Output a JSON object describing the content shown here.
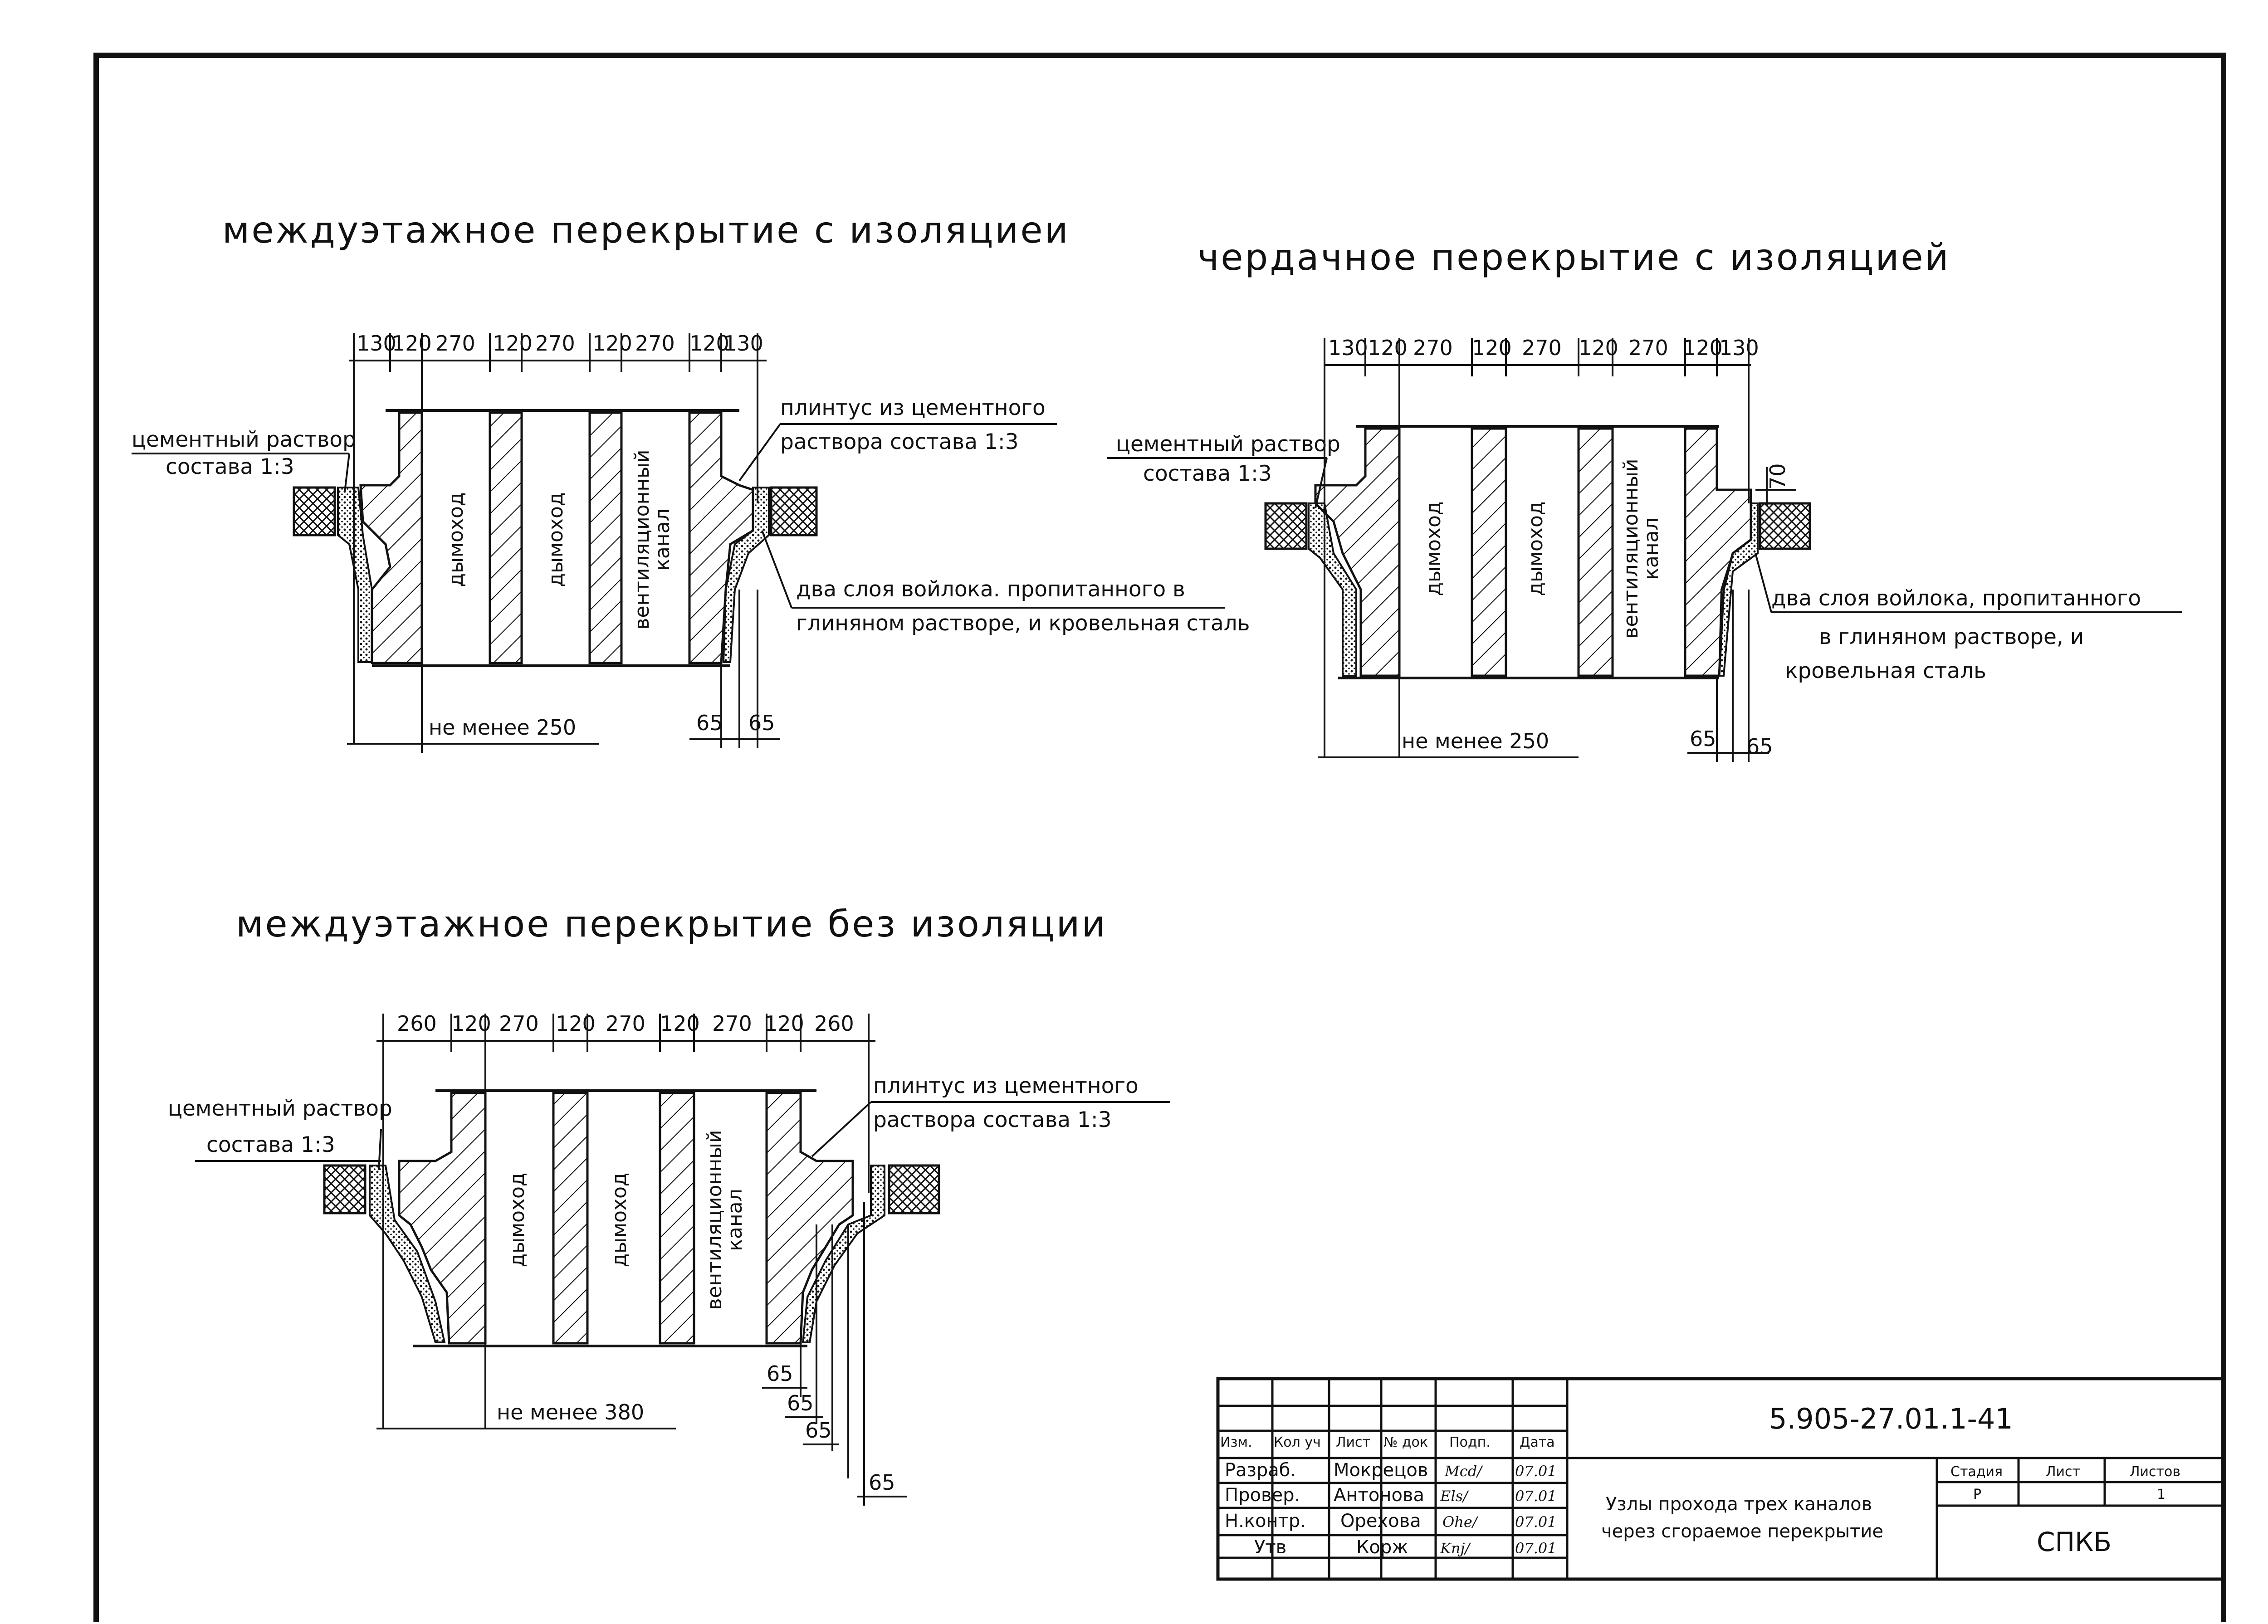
{
  "drawings": {
    "floor_insulated": {
      "title": "междуэтажное перекрытие с изоляциеи",
      "dims": [
        "130",
        "120",
        "270",
        "120",
        "270",
        "120",
        "270",
        "120",
        "130"
      ],
      "channels": [
        "дымоход",
        "дымоход",
        "вентиляционный",
        "канал"
      ],
      "mortar_label": [
        "цементный раствор",
        "состава 1:3"
      ],
      "plinth_label": [
        "плинтус из цементного",
        "раствора состава 1:3"
      ],
      "felt_label": [
        "два слоя войлока. пропитанного в",
        "глиняном растворе, и кровельная сталь"
      ],
      "min_dim": "не менее 250",
      "side_dims": [
        "65",
        "65"
      ]
    },
    "attic_insulated": {
      "title": "чердачное перекрытие с изоляцией",
      "dims": [
        "130",
        "120",
        "270",
        "120",
        "270",
        "120",
        "270",
        "120",
        "130"
      ],
      "channels": [
        "дымоход",
        "дымоход",
        "вентиляционный",
        "канал"
      ],
      "mortar_label": [
        "цементный раствор",
        "состава 1:3"
      ],
      "felt_label": [
        "два слоя войлока, пропитанного",
        "в глиняном растворе, и",
        "кровельная сталь"
      ],
      "dim_70": "70",
      "min_dim": "не менее 250",
      "side_dims": [
        "65",
        "65"
      ]
    },
    "floor_uninsulated": {
      "title": "междуэтажное перекрытие без изоляции",
      "dims": [
        "260",
        "120",
        "270",
        "120",
        "270",
        "120",
        "270",
        "120",
        "260"
      ],
      "channels": [
        "дымоход",
        "дымоход",
        "вентиляционный",
        "канал"
      ],
      "mortar_label": [
        "цементный раствор",
        "состава 1:3"
      ],
      "plinth_label": [
        "плинтус из цементного",
        "раствора состава 1:3"
      ],
      "min_dim": "не менее 380",
      "side_dims": [
        "65",
        "65",
        "65",
        "65"
      ]
    }
  },
  "title_block": {
    "code": "5.905-27.01.1-41",
    "description": [
      "Узлы прохода трех каналов",
      "через сгораемое перекрытие"
    ],
    "headers": [
      "Изм.",
      "Кол уч",
      "Лист",
      "№ док",
      "Подп.",
      "Дата"
    ],
    "rows": [
      {
        "role": "Разраб.",
        "name": "Мокрецов",
        "date": "07.01"
      },
      {
        "role": "Провер.",
        "name": "Антонова",
        "date": "07.01"
      },
      {
        "role": "Н.контр.",
        "name": "Орехова",
        "date": "07.01"
      },
      {
        "role": "Утв",
        "name": "Корж",
        "date": "07.01"
      }
    ],
    "stage_headers": [
      "Стадия",
      "Лист",
      "Листов"
    ],
    "stage_values": [
      "Р",
      "",
      "1"
    ],
    "org": "СПКБ"
  }
}
